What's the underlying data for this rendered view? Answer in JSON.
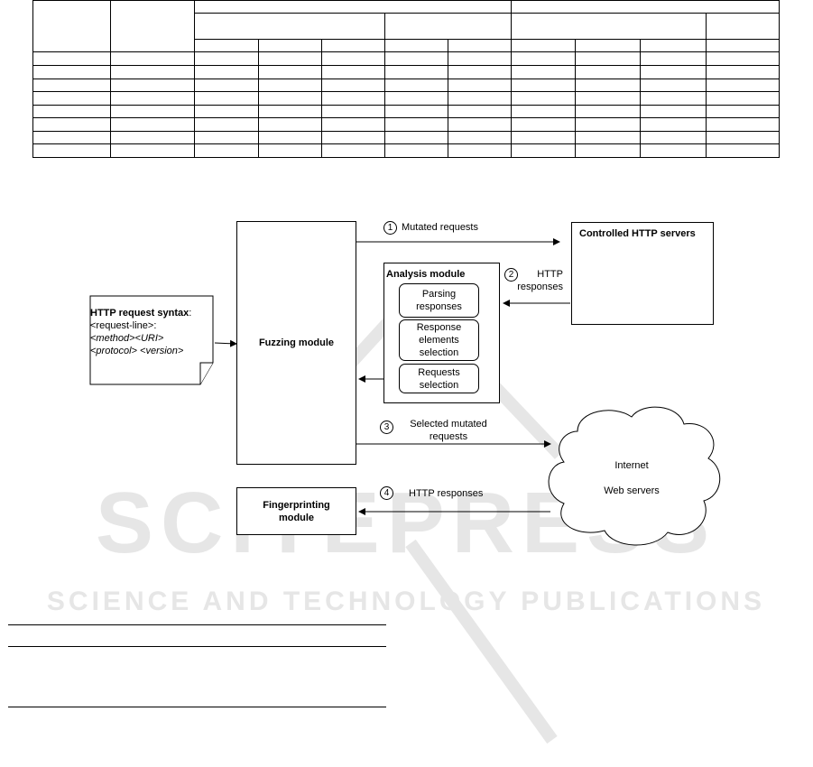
{
  "diagram": {
    "fuzzing_module": "Fuzzing module",
    "fingerprinting_module": "Fingerprinting module",
    "analysis_module": {
      "title": "Analysis module",
      "items": [
        "Parsing responses",
        "Response elements selection",
        "Requests selection"
      ]
    },
    "syntax": {
      "title": "HTTP request syntax",
      "title_suffix": ":",
      "line1": "<request-line>:",
      "line2": "<method><URI>",
      "line3": "<protocol> <version>"
    },
    "servers_title": "Controlled HTTP servers",
    "cloud_line1": "Internet",
    "cloud_line2": "Web servers",
    "steps": [
      {
        "num": "1",
        "label": "Mutated requests"
      },
      {
        "num": "2",
        "label": "HTTP responses"
      },
      {
        "num": "3",
        "label": "Selected mutated requests"
      },
      {
        "num": "4",
        "label": "HTTP responses"
      }
    ]
  },
  "watermark": {
    "line1": "SCITEPRESS",
    "line2": "SCIENCE AND TECHNOLOGY PUBLICATIONS"
  },
  "colors": {
    "server_blue": "#2f6db0",
    "server_light": "#6fa3d8",
    "watermark": "#e6e6e6"
  }
}
